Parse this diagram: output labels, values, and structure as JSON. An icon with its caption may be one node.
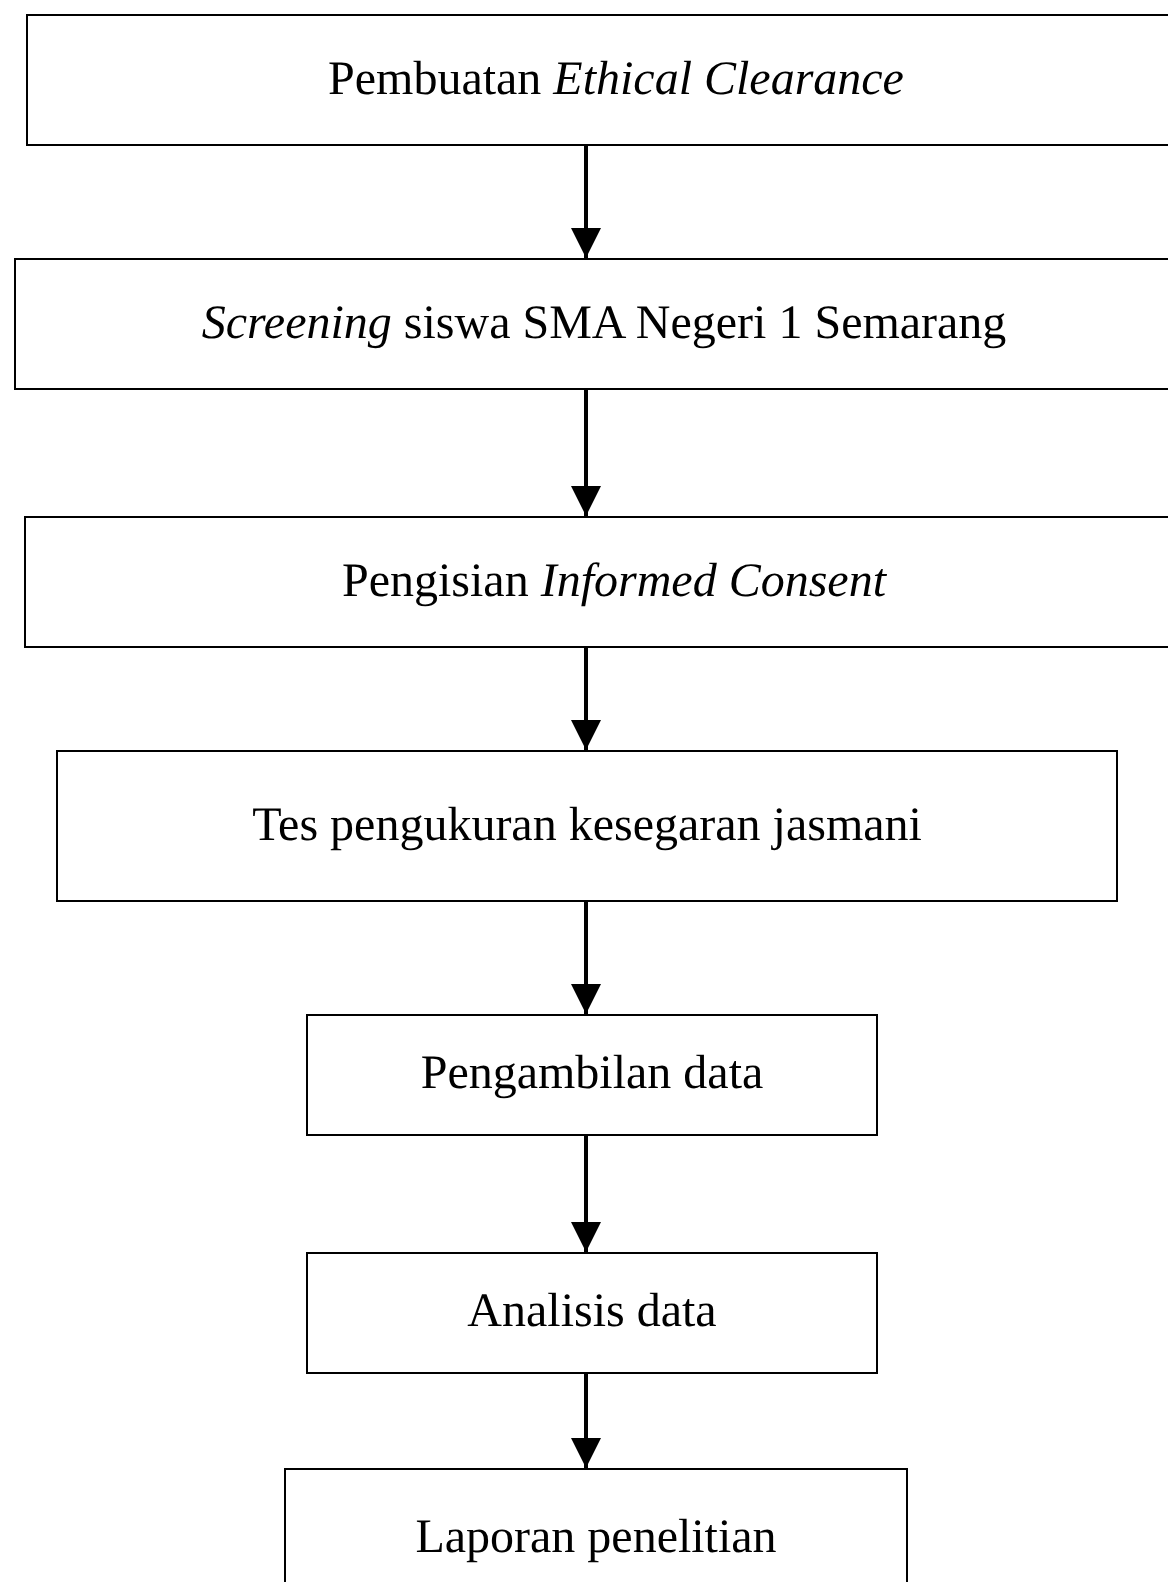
{
  "diagram": {
    "nodes": [
      {
        "text": [
          "Pembuatan *Ethical Clearance*"
        ]
      },
      {
        "text": [
          "*Screening* siswa SMA Negeri 1 Semarang"
        ]
      },
      {
        "text": [
          "Pengisian *Informed Consent*"
        ]
      },
      {
        "text": [
          "Tes pengukuran kesegaran jasmani"
        ]
      },
      {
        "text": [
          "Pengambilan data"
        ]
      },
      {
        "text": [
          "Analisis data"
        ]
      },
      {
        "text": [
          "Laporan penelitian"
        ]
      }
    ],
    "edges": [
      {
        "from": 0,
        "to": 1,
        "arrow": "to"
      },
      {
        "from": 1,
        "to": 2,
        "arrow": "to"
      },
      {
        "from": 2,
        "to": 3,
        "arrow": "to"
      },
      {
        "from": 3,
        "to": 4,
        "arrow": "to"
      },
      {
        "from": 4,
        "to": 5,
        "arrow": "to"
      },
      {
        "from": 5,
        "to": 6,
        "arrow": "to"
      }
    ]
  }
}
